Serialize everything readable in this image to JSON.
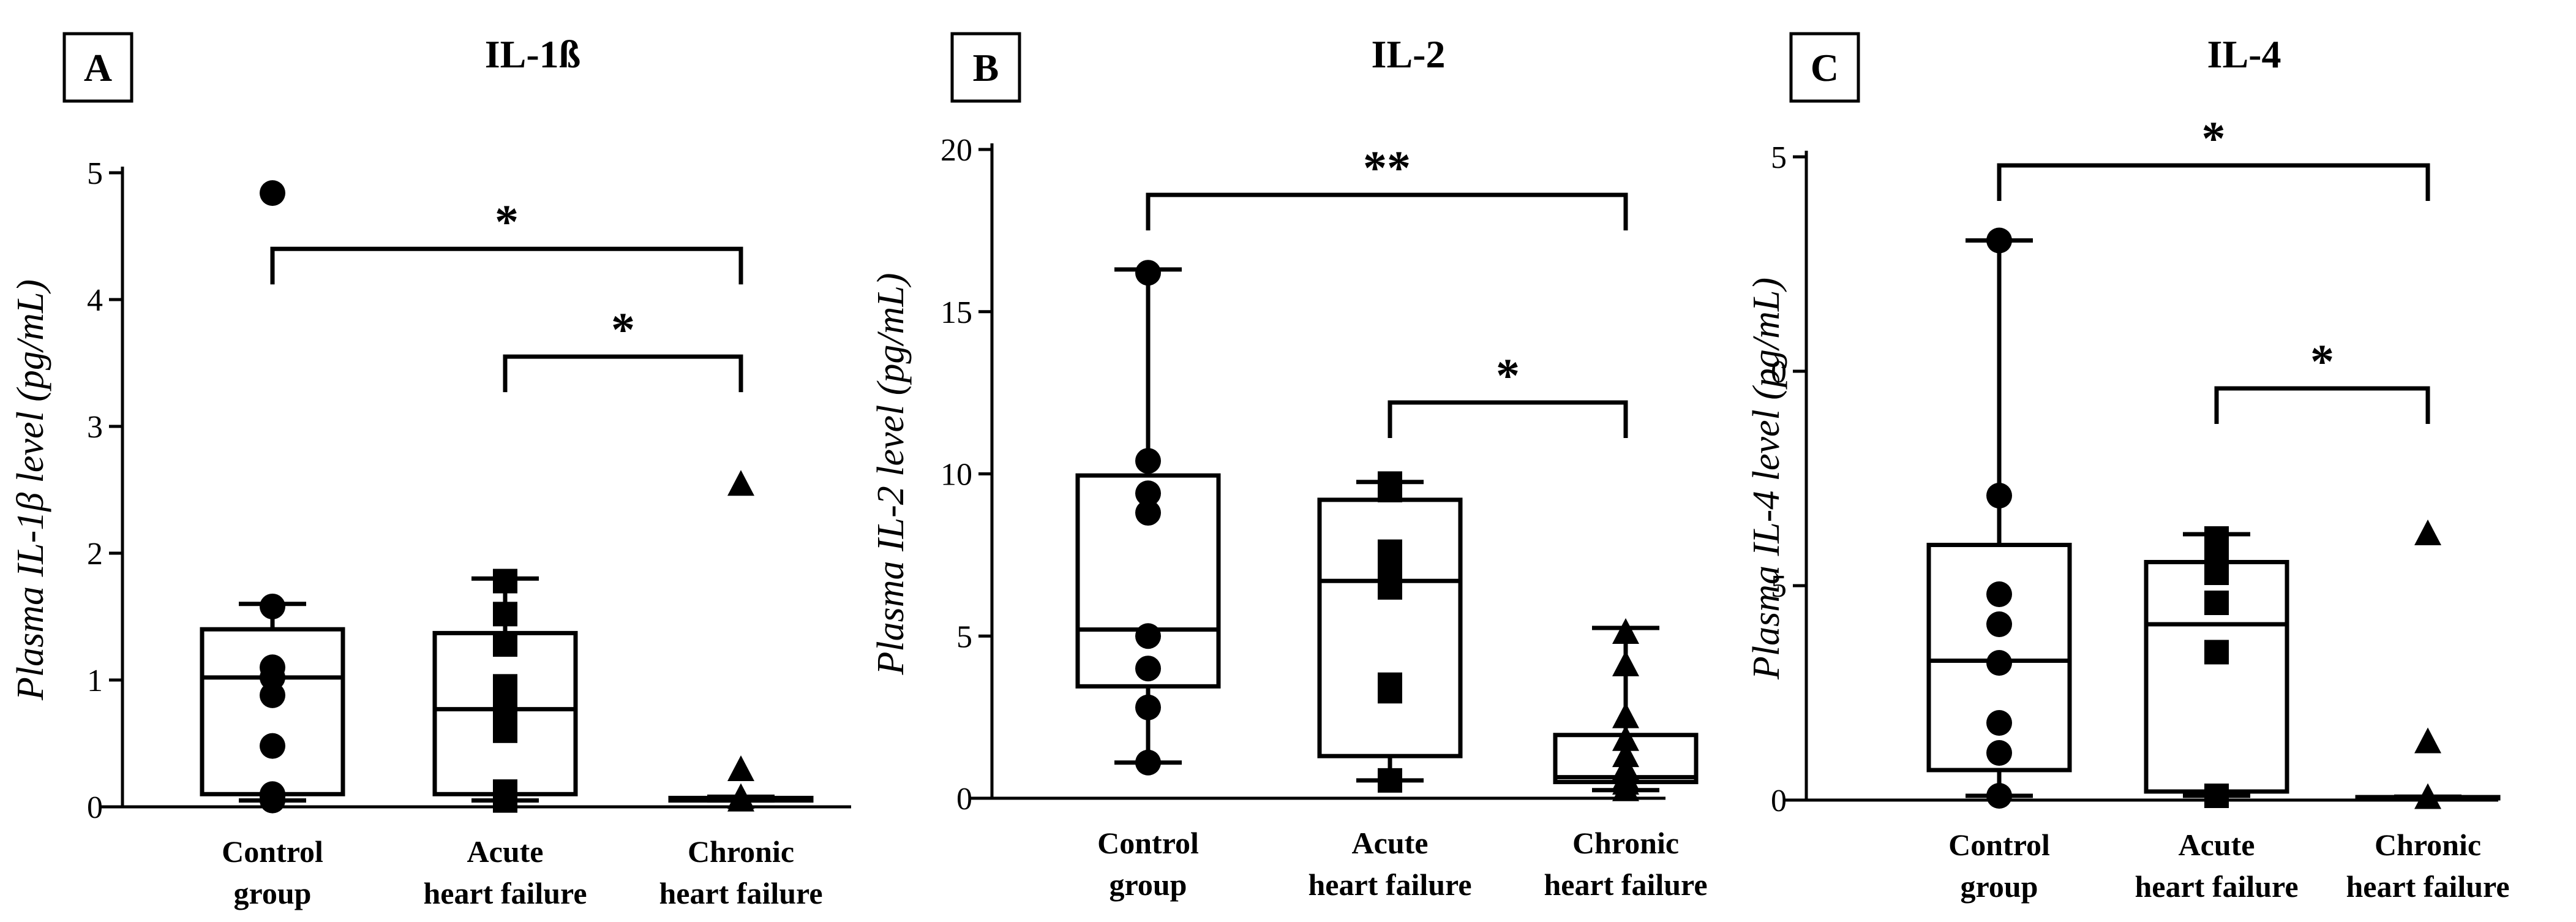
{
  "chart_data": [
    {
      "type": "box",
      "panel_letter": "A",
      "title": "IL-1ß",
      "ylabel": "Plasma IL-1β level (pg/mL)",
      "ylim": [
        0,
        5
      ],
      "y_ticks": [
        0,
        1,
        2,
        3,
        4,
        5
      ],
      "y_tick_labels": [
        "0",
        "1",
        "2",
        "3",
        "4",
        "5"
      ],
      "categories": [
        "Control group",
        "Acute heart failure",
        "Chronic heart failure"
      ],
      "series": [
        {
          "box": {
            "min": 0.05,
            "q1": 0.1,
            "median": 1.02,
            "q3": 1.4,
            "max": 1.6
          },
          "points": [
            0.05,
            0.08,
            0.1,
            0.48,
            0.88,
            1.02,
            1.1,
            1.58,
            4.84
          ],
          "marker": "circle"
        },
        {
          "box": {
            "min": 0.05,
            "q1": 0.1,
            "median": 0.77,
            "q3": 1.37,
            "max": 1.8
          },
          "points": [
            0.05,
            0.1,
            0.12,
            0.6,
            0.78,
            0.95,
            1.28,
            1.52,
            1.78
          ],
          "marker": "square"
        },
        {
          "box": {
            "min": 0.05,
            "q1": 0.05,
            "median": 0.06,
            "q3": 0.07,
            "max": 0.08
          },
          "points": [
            0.05,
            0.07,
            0.29,
            2.54
          ],
          "marker": "triangle"
        }
      ],
      "significance": [
        {
          "from": 0,
          "to": 2,
          "label": "*",
          "y": 4.4
        },
        {
          "from": 1,
          "to": 2,
          "label": "*",
          "y": 3.55
        }
      ]
    },
    {
      "type": "box",
      "panel_letter": "B",
      "title": "IL-2",
      "ylabel": "Plasma IL-2 level (pg/mL)",
      "ylim": [
        0,
        20
      ],
      "y_ticks": [
        0,
        5,
        10,
        15,
        20
      ],
      "y_tick_labels": [
        "0",
        "5",
        "10",
        "15",
        "20"
      ],
      "categories": [
        "Control group",
        "Acute heart failure",
        "Chronic heart failure"
      ],
      "series": [
        {
          "box": {
            "min": 1.1,
            "q1": 3.45,
            "median": 5.2,
            "q3": 9.95,
            "max": 16.3
          },
          "points": [
            1.1,
            2.8,
            4.0,
            5.0,
            8.8,
            9.4,
            10.4,
            16.2
          ],
          "marker": "circle"
        },
        {
          "box": {
            "min": 0.55,
            "q1": 1.3,
            "median": 6.7,
            "q3": 9.2,
            "max": 9.75
          },
          "points": [
            0.55,
            3.3,
            3.5,
            6.5,
            7.2,
            7.6,
            9.5,
            9.7
          ],
          "marker": "square"
        },
        {
          "box": {
            "min": 0.25,
            "q1": 0.5,
            "median": 0.65,
            "q3": 1.95,
            "max": 5.25
          },
          "points": [
            0.25,
            0.45,
            0.6,
            0.9,
            1.3,
            1.8,
            2.5,
            4.1,
            5.1
          ],
          "marker": "triangle"
        }
      ],
      "significance": [
        {
          "from": 0,
          "to": 2,
          "label": "**",
          "y": 18.6
        },
        {
          "from": 1,
          "to": 2,
          "label": "*",
          "y": 12.2
        }
      ]
    },
    {
      "type": "box",
      "panel_letter": "C",
      "title": "IL-4",
      "ylabel": "Plasma IL-4 level (pg/mL)",
      "ylim": [
        0,
        1.5
      ],
      "y_ticks": [
        0,
        0.5,
        1.0,
        1.5
      ],
      "y_tick_labels": [
        "0",
        "5",
        "0",
        "5"
      ],
      "categories": [
        "Control group",
        "Acute heart failure",
        "Chronic heart failure"
      ],
      "series": [
        {
          "box": {
            "min": 0.01,
            "q1": 0.07,
            "median": 0.325,
            "q3": 0.595,
            "max": 1.305
          },
          "points": [
            0.01,
            0.11,
            0.18,
            0.32,
            0.41,
            0.48,
            0.71,
            1.305
          ],
          "marker": "circle"
        },
        {
          "box": {
            "min": 0.01,
            "q1": 0.02,
            "median": 0.41,
            "q3": 0.555,
            "max": 0.62
          },
          "points": [
            0.01,
            0.345,
            0.46,
            0.53,
            0.58,
            0.61
          ],
          "marker": "square"
        },
        {
          "box": {
            "min": 0.005,
            "q1": 0.005,
            "median": 0.006,
            "q3": 0.007,
            "max": 0.008
          },
          "points": [
            0.005,
            0.135,
            0.62
          ],
          "marker": "triangle"
        }
      ],
      "significance": [
        {
          "from": 0,
          "to": 2,
          "label": "*",
          "y": 1.48
        },
        {
          "from": 1,
          "to": 2,
          "label": "*",
          "y": 0.96
        }
      ]
    }
  ]
}
